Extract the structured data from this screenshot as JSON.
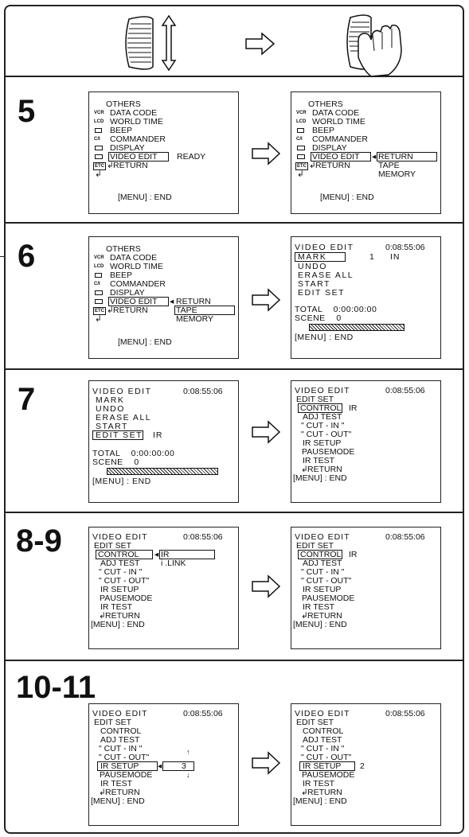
{
  "steps": [
    "5",
    "6",
    "7",
    "8-9",
    "10-11"
  ],
  "icons": {
    "vcr": "VCR",
    "lcd": "LCD",
    "etc": "ETC"
  },
  "menu": {
    "others": "OTHERS",
    "data_code": "DATA CODE",
    "world_time": "WORLD TIME",
    "beep": "BEEP",
    "commander": "COMMANDER",
    "display": "DISPLAY",
    "video_edit": "VIDEO EDIT",
    "return": "RETURN",
    "ready": "READY",
    "tape": "TAPE",
    "memory": "MEMORY",
    "end": "[MENU] : END"
  },
  "ve": {
    "title": "VIDEO EDIT",
    "time": "0:08:55:06",
    "mark": "MARK",
    "undo": "UNDO",
    "erase_all": "ERASE ALL",
    "start": "START",
    "edit_set": "EDIT SET",
    "ir": "IR",
    "mark_1": "1",
    "mark_in": "IN",
    "total": "TOTAL    0:00:00:00",
    "scene": "SCENE    0",
    "end": "[MENU] : END",
    "control": "CONTROL",
    "adj_test": "ADJ TEST",
    "cut_in": "\" CUT - IN \"",
    "cut_out": "\" CUT - OUT\"",
    "ir_setup": "IR SETUP",
    "pausemode": "PAUSEMODE",
    "ir_test": "IR TEST",
    "return": "RETURN",
    "ilink": "i .LINK",
    "val_3": "3",
    "val_2": "2"
  }
}
